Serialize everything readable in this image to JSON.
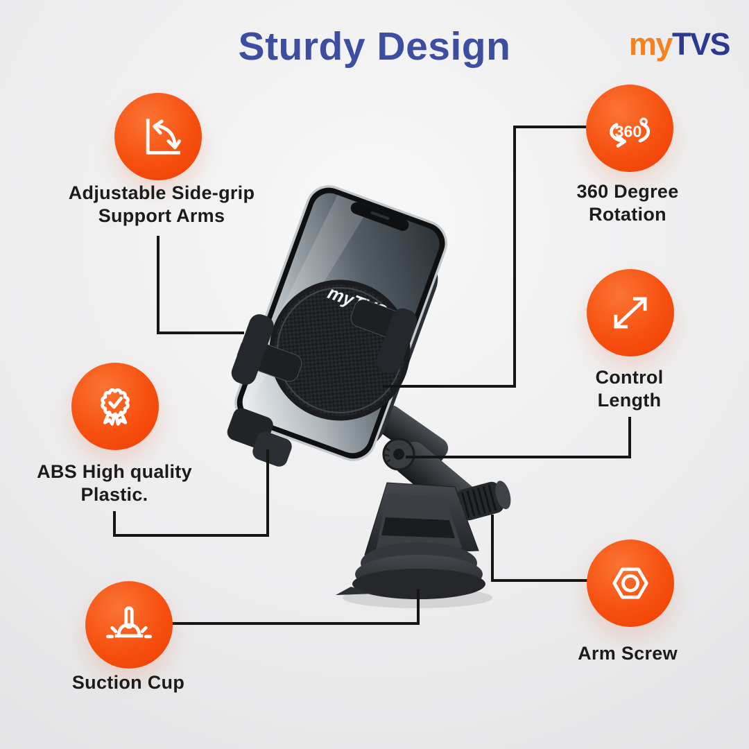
{
  "header": {
    "title": "Sturdy Design",
    "brand": {
      "prefix": "my",
      "suffix": "TVS"
    }
  },
  "colors": {
    "title_blue": "#3D4EA1",
    "brand_orange": "#F58220",
    "brand_blue": "#2B3A90",
    "accent_orange": "#F6500F",
    "label_text": "#1B1B1B",
    "connector_black": "#151515"
  },
  "features": [
    {
      "id": "side-grip",
      "icon": "adjustable-angle-icon",
      "label_lines": [
        "Adjustable Side-grip",
        "Support Arms"
      ]
    },
    {
      "id": "rotation",
      "icon": "rotation-360-icon",
      "icon_text": "360",
      "label_lines": [
        "360 Degree",
        "Rotation"
      ]
    },
    {
      "id": "control-length",
      "icon": "resize-diagonal-icon",
      "label_lines": [
        "Control",
        "Length"
      ]
    },
    {
      "id": "abs-plastic",
      "icon": "quality-badge-icon",
      "label_lines": [
        "ABS High quality",
        "Plastic."
      ]
    },
    {
      "id": "suction-cup",
      "icon": "suction-cup-icon",
      "label_lines": [
        "Suction Cup"
      ]
    },
    {
      "id": "arm-screw",
      "icon": "hex-nut-icon",
      "label_lines": [
        "Arm Screw"
      ]
    }
  ],
  "product": {
    "device_logo": "myTVS"
  }
}
